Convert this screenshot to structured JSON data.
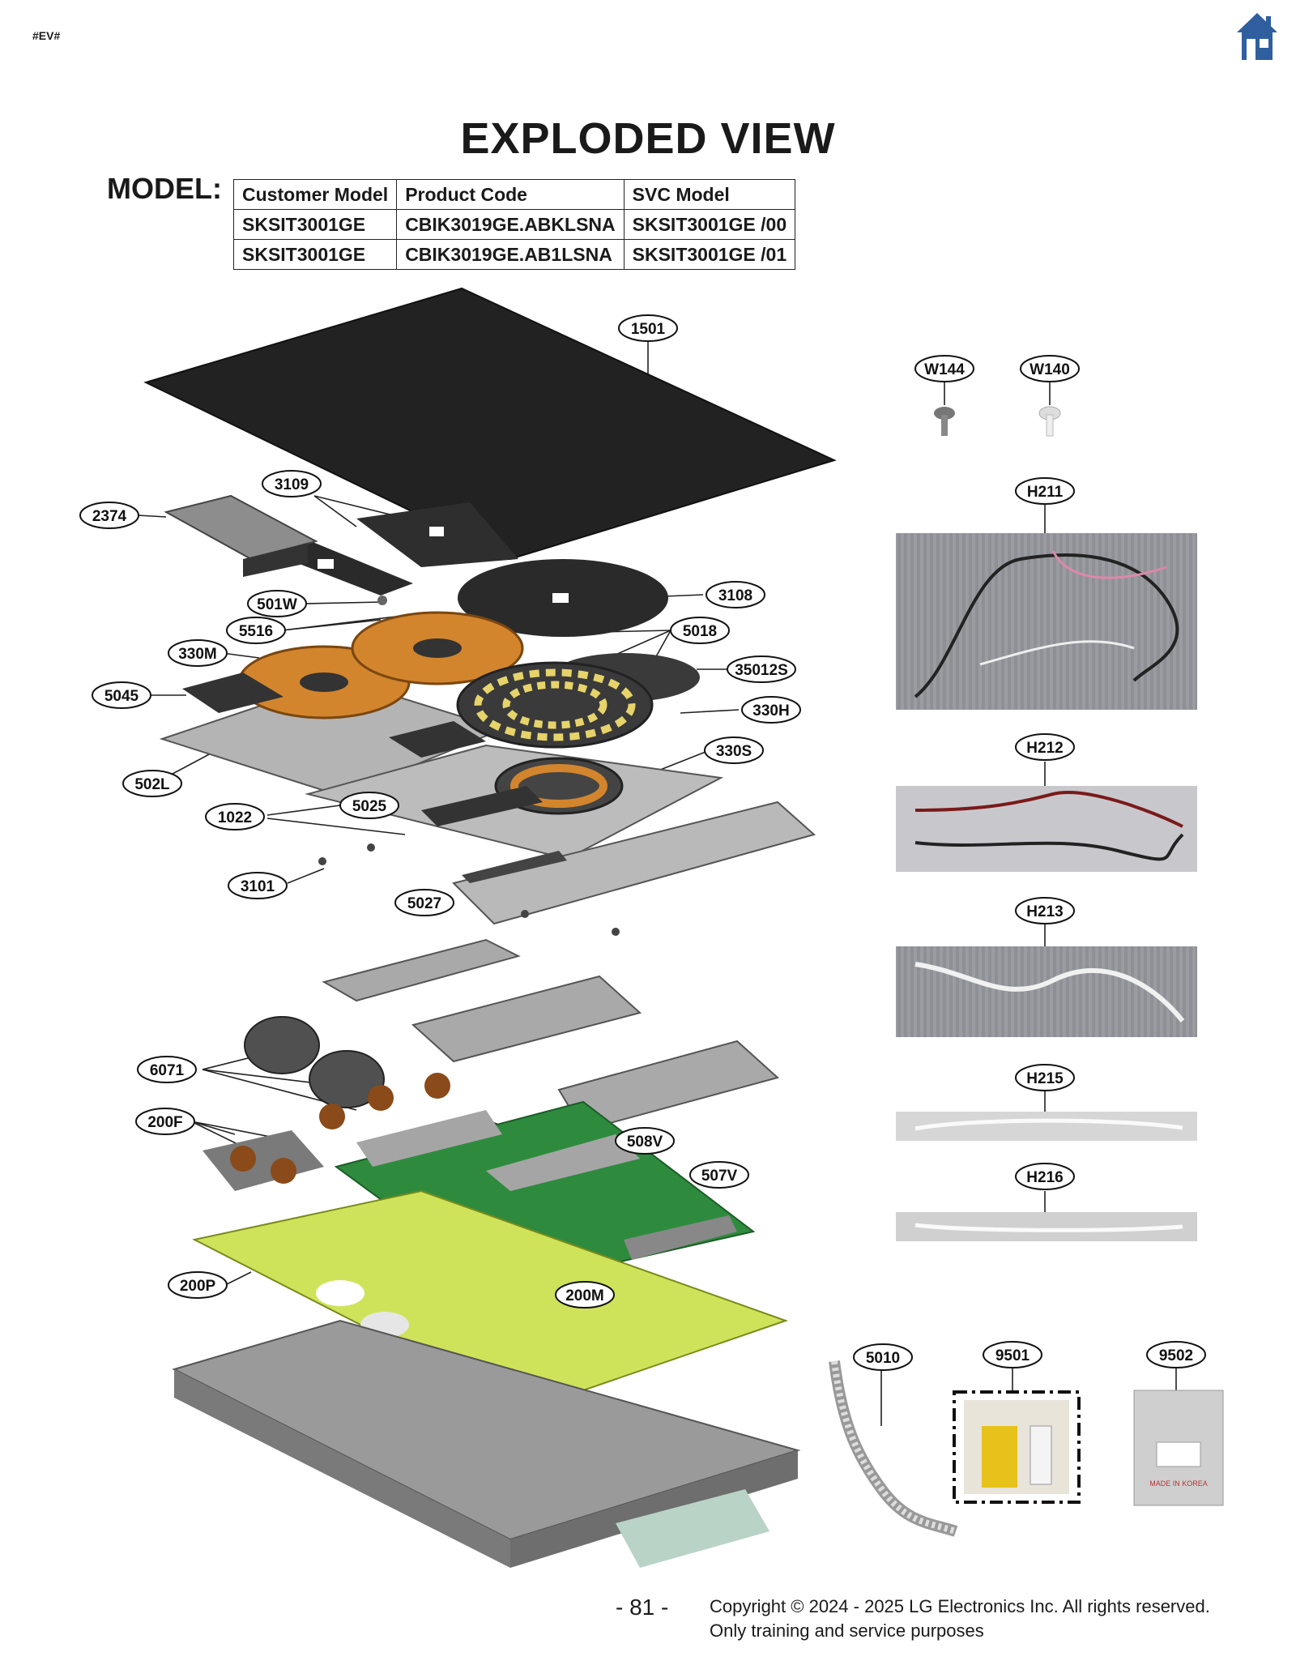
{
  "header": {
    "tag": "#EV#",
    "home_icon": "home-icon"
  },
  "title": "EXPLODED VIEW",
  "model": {
    "label": "MODEL:",
    "columns": [
      "Customer Model",
      "Product Code",
      "SVC Model"
    ],
    "rows": [
      [
        "SKSIT3001GE",
        "CBIK3019GE.ABKLSNA",
        "SKSIT3001GE  /00"
      ],
      [
        "SKSIT3001GE",
        "CBIK3019GE.AB1LSNA",
        "SKSIT3001GE  /01"
      ]
    ]
  },
  "callouts": {
    "c1501": "1501",
    "c3109": "3109",
    "c2374": "2374",
    "c3108": "3108",
    "c501W": "501W",
    "c5516": "5516",
    "c5018": "5018",
    "c330M": "330M",
    "c35012S": "35012S",
    "c5045": "5045",
    "c330H": "330H",
    "c330S": "330S",
    "c502L": "502L",
    "c5025": "5025",
    "c1022": "1022",
    "c3101": "3101",
    "c5027": "5027",
    "c6071": "6071",
    "c200F": "200F",
    "c508V": "508V",
    "c507V": "507V",
    "c200P": "200P",
    "c200M": "200M",
    "c5010": "5010",
    "c9501": "9501",
    "c9502": "9502",
    "cW144": "W144",
    "cW140": "W140",
    "cH211": "H211",
    "cH212": "H212",
    "cH213": "H213",
    "cH215": "H215",
    "cH216": "H216"
  },
  "bag_text": "MADE IN KOREA",
  "footer": {
    "page_number": "- 81 -",
    "copyright": "Copyright © 2024 - 2025 LG Electronics Inc. All rights reserved.",
    "note": "Only training and service purposes"
  }
}
